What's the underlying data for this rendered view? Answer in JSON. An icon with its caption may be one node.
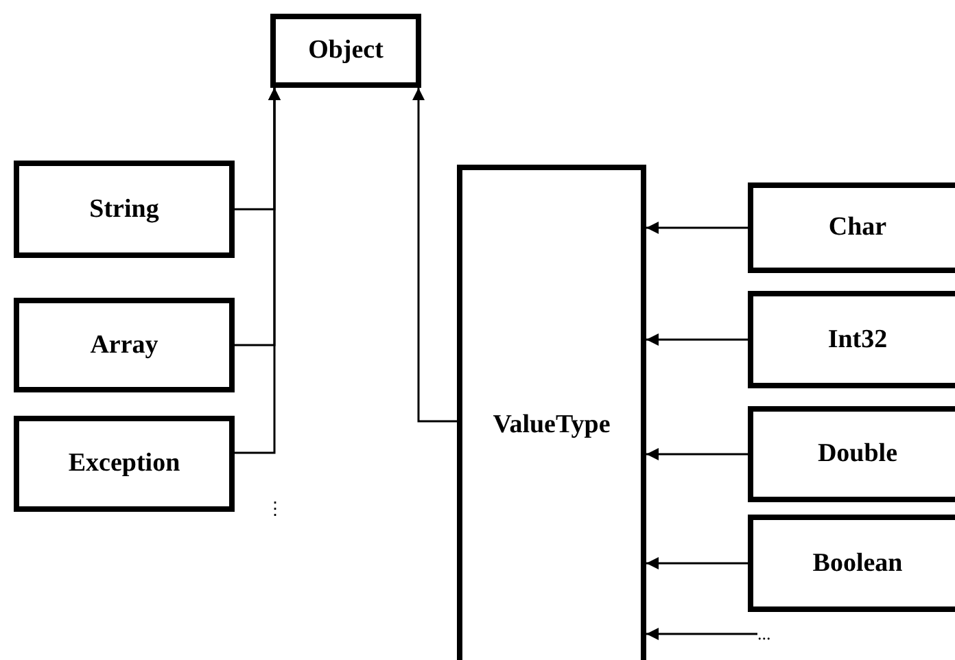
{
  "diagram": {
    "nodes": [
      {
        "text": [
          "Object"
        ]
      },
      {
        "text": [
          "String"
        ]
      },
      {
        "text": [
          "Array"
        ]
      },
      {
        "text": [
          "Exception"
        ]
      },
      {
        "text": [
          "ValueType"
        ]
      },
      {
        "text": [
          "Char"
        ]
      },
      {
        "text": [
          "Int32"
        ]
      },
      {
        "text": [
          "Double"
        ]
      },
      {
        "text": [
          "Boolean"
        ]
      },
      {
        "text": [
          "..."
        ]
      }
    ],
    "edges": [
      {
        "from": 1,
        "to": 0,
        "arrow": "to"
      },
      {
        "from": 2,
        "to": 0,
        "arrow": "to"
      },
      {
        "from": 3,
        "to": 0,
        "arrow": "to"
      },
      {
        "from": 4,
        "to": 0,
        "arrow": "to"
      },
      {
        "from": 5,
        "to": 4,
        "arrow": "to"
      },
      {
        "from": 6,
        "to": 4,
        "arrow": "to"
      },
      {
        "from": 7,
        "to": 4,
        "arrow": "to"
      },
      {
        "from": 8,
        "to": 4,
        "arrow": "to"
      },
      {
        "from": 9,
        "to": 4,
        "arrow": "to"
      }
    ],
    "labels": [
      "⋮"
    ]
  }
}
